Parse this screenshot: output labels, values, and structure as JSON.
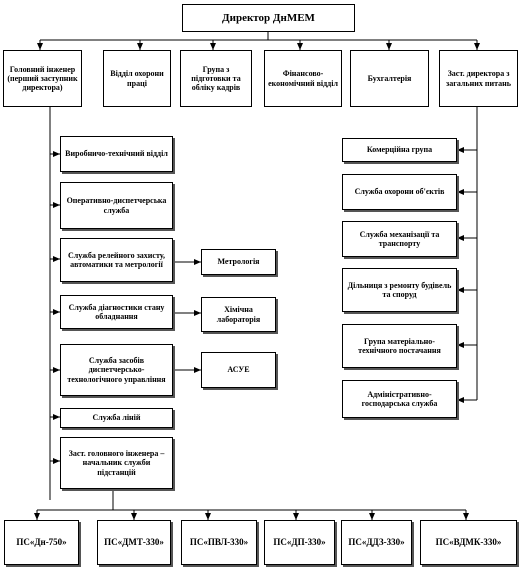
{
  "director": "Директор ДнМЕМ",
  "top_units": [
    "Головний інженер (перший заступник директора)",
    "Відділ охорони праці",
    "Група з підготовки та обліку кадрів",
    "Фінансово-економічний відділ",
    "Бухгалтерія",
    "Заст. директора з загальних питань"
  ],
  "chief_engineer_units": [
    "Виробничо-технічний відділ",
    "Оперативно-диспетчерська служба",
    "Служба релейного захисту, автоматики та метрології",
    "Служба діагностики стану обладнання",
    "Служба засобів диспетчерсько-технологічного управління",
    "Служба ліній",
    "Заст. головного інженера – начальник служби підстанцій"
  ],
  "linked_units": {
    "metrology": "Метрологія",
    "chem_lab": "Хімічна лабораторія",
    "asue": "АСУЕ"
  },
  "general_units": [
    "Комерційна група",
    "Служба охорони об'єктів",
    "Служба механізації та транспорту",
    "Дільниця з ремонту будівель та споруд",
    "Група матеріально-технічного постачання",
    "Адміністративно-господарська служба"
  ],
  "substations": [
    "ПС«Дн-750»",
    "ПС«ДМТ-330»",
    "ПС«ПВЛ-330»",
    "ПС«ДП-330»",
    "ПС«ДДЗ-330»",
    "ПС«ВДМК-330»"
  ]
}
